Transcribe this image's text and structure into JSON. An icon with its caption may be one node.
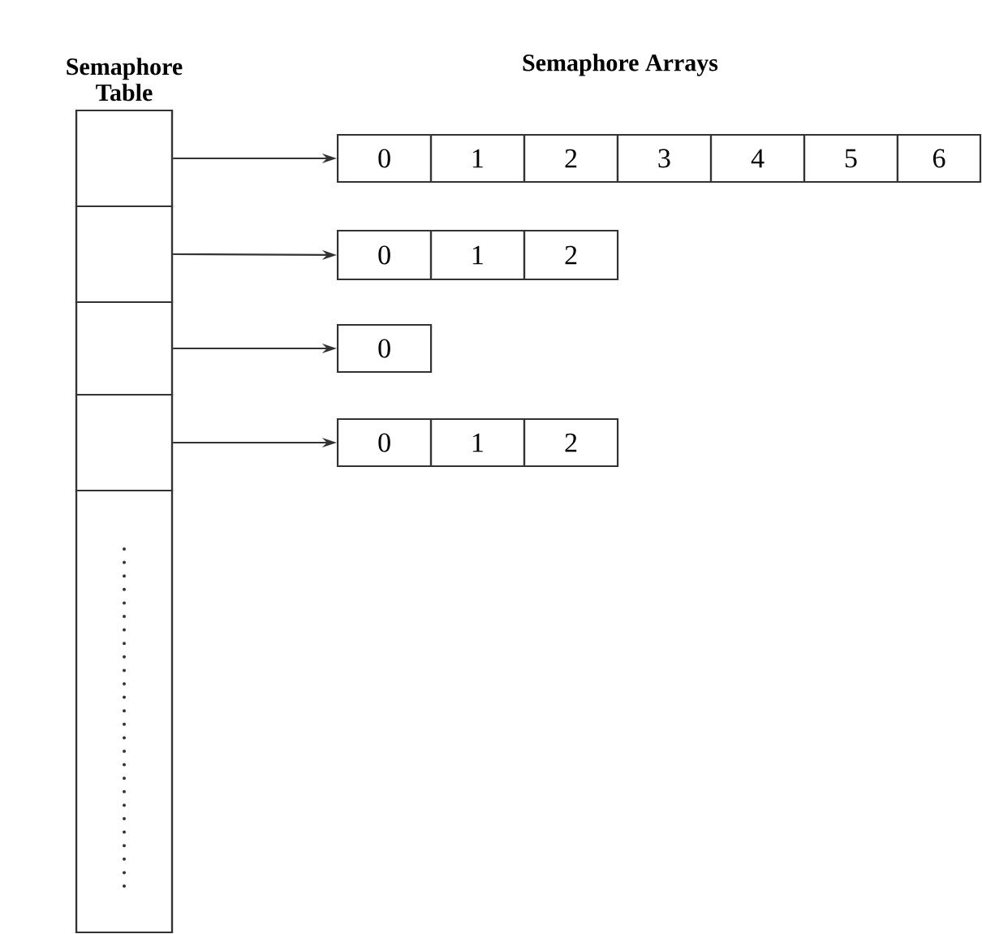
{
  "diagram": {
    "nodes": [
      {
        "text": [
          "Semaphore Table"
        ]
      },
      {
        "text": [],
        "shape": "box",
        "in": 0
      },
      {
        "text": [],
        "shape": "box",
        "in": 0
      },
      {
        "text": [],
        "shape": "box",
        "in": 0
      },
      {
        "text": [],
        "shape": "box",
        "in": 0
      },
      {
        "text": [],
        "shape": "box",
        "in": 0
      },
      {
        "text": [
          "0"
        ]
      },
      {
        "text": [
          "1"
        ]
      },
      {
        "text": [
          "2"
        ]
      },
      {
        "text": [
          "3"
        ]
      },
      {
        "text": [
          "4"
        ]
      },
      {
        "text": [
          "5"
        ]
      },
      {
        "text": [
          "6"
        ]
      },
      {
        "text": [
          "0"
        ]
      },
      {
        "text": [
          "1"
        ]
      },
      {
        "text": [
          "2"
        ]
      },
      {
        "text": [
          "0"
        ]
      },
      {
        "text": [
          "0"
        ]
      },
      {
        "text": [
          "1"
        ]
      },
      {
        "text": [
          "2"
        ]
      }
    ],
    "edges": [
      {
        "from": 1,
        "to": 6,
        "arrow": "to"
      },
      {
        "from": 2,
        "to": 13,
        "arrow": "to"
      },
      {
        "from": 3,
        "to": 16,
        "arrow": "to"
      },
      {
        "from": 4,
        "to": 17,
        "arrow": "to"
      }
    ],
    "labels": [
      "Semaphore Arrays"
    ]
  }
}
